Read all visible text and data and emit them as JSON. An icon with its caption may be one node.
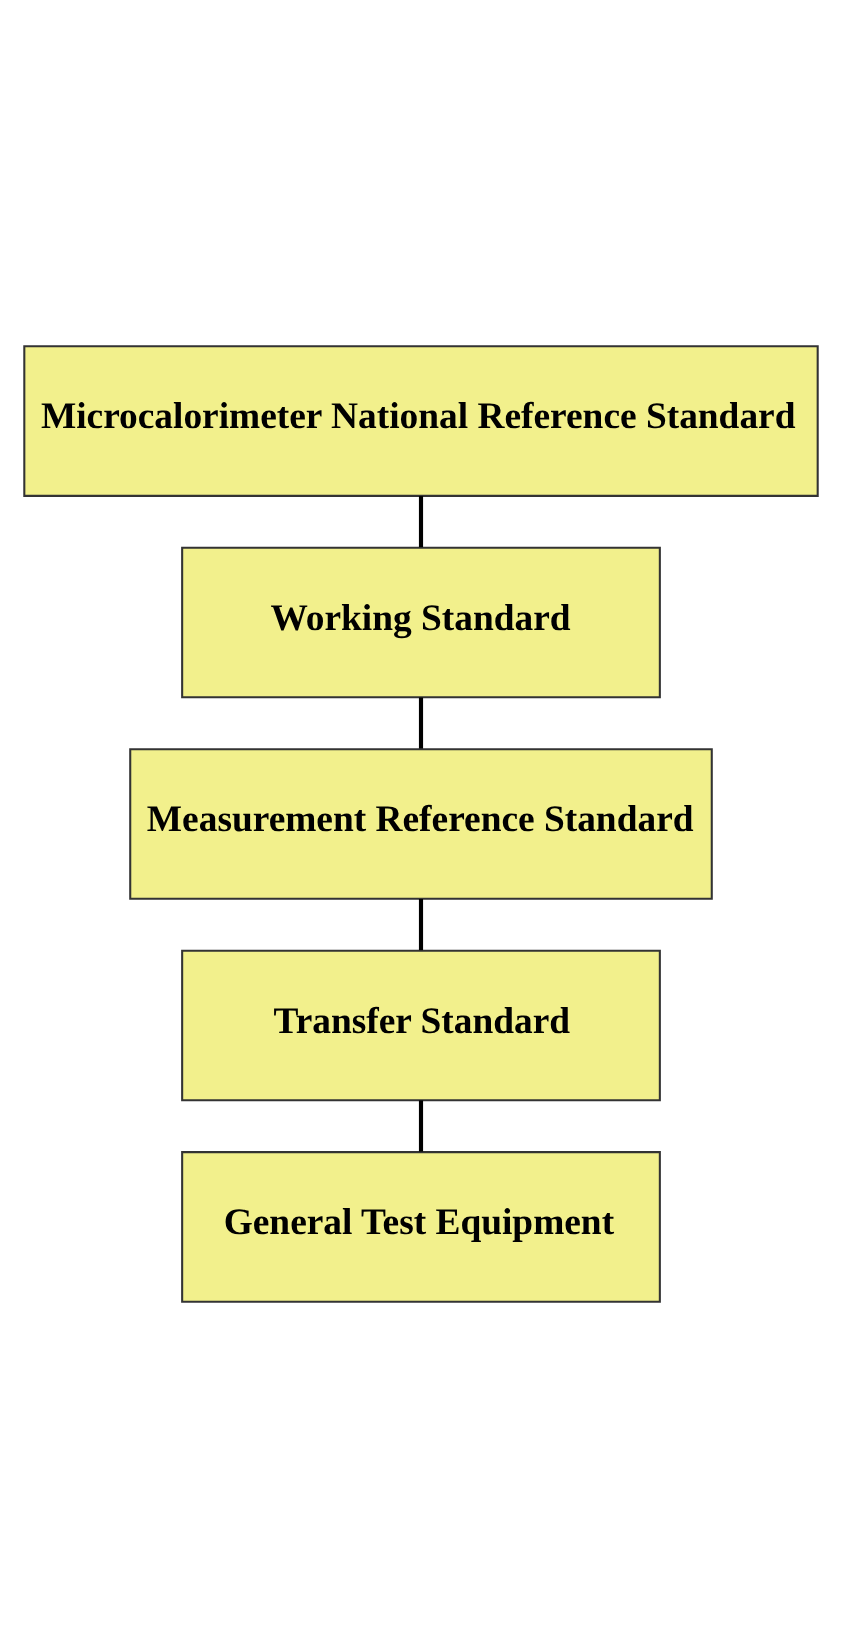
{
  "diagram": {
    "nodes": [
      {
        "text": [
          "Microcalorimeter National Reference Standard"
        ]
      },
      {
        "text": [
          "Working Standard"
        ]
      },
      {
        "text": [
          "Measurement Reference Standard"
        ]
      },
      {
        "text": [
          "Transfer Standard"
        ]
      },
      {
        "text": [
          "General Test Equipment"
        ]
      }
    ],
    "edges": [
      {
        "from": 0,
        "to": 1,
        "arrow": "none"
      },
      {
        "from": 1,
        "to": 2,
        "arrow": "none"
      },
      {
        "from": 2,
        "to": 3,
        "arrow": "none"
      },
      {
        "from": 3,
        "to": 4,
        "arrow": "none"
      }
    ]
  }
}
